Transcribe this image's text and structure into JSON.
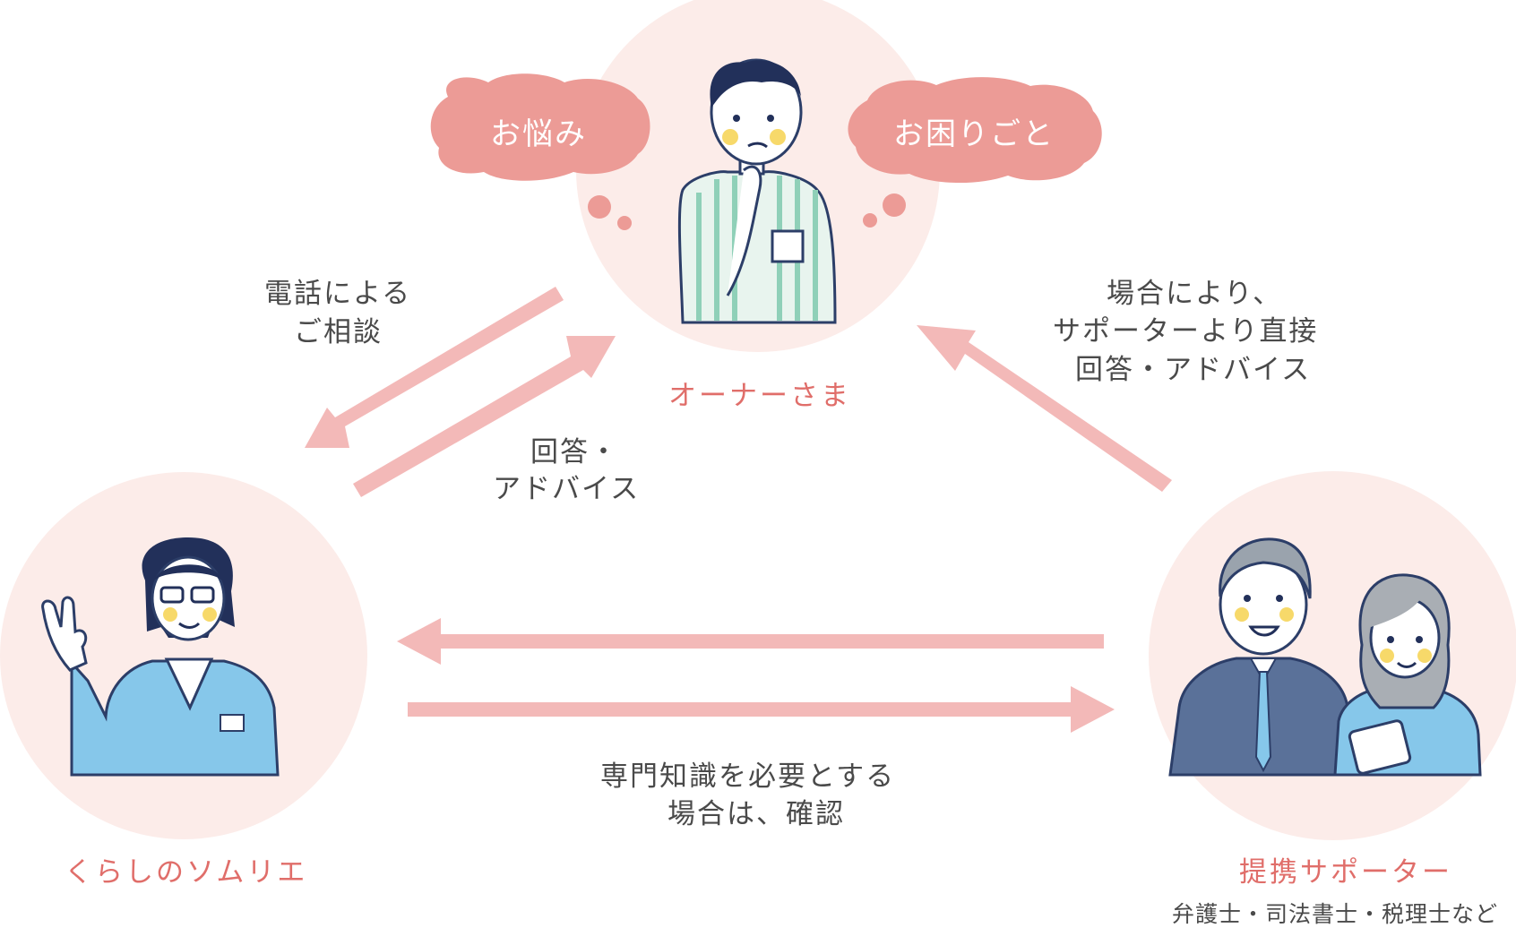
{
  "colors": {
    "circle_bg": "#fcece9",
    "bubble": "#ec9b96",
    "arrow": "#f3b9b8",
    "role_text": "#e06e6a",
    "body_text": "#4a4a4a",
    "cheek": "#f7d96a"
  },
  "nodes": {
    "owner": {
      "label": "オーナーさま",
      "bubbles": [
        "お悩み",
        "お困りごと"
      ]
    },
    "sommelier": {
      "label": "くらしのソムリエ"
    },
    "supporter": {
      "label": "提携サポーター",
      "sublabel": "弁護士・司法書士・税理士など"
    }
  },
  "edges": {
    "phone_consult": [
      "電話による",
      "ご相談"
    ],
    "answer_advice": [
      "回答・",
      "アドバイス"
    ],
    "supporter_direct": [
      "場合により、",
      "サポーターより直接",
      "回答・アドバイス"
    ],
    "expert_check": [
      "専門知識を必要とする",
      "場合は、確認"
    ]
  }
}
